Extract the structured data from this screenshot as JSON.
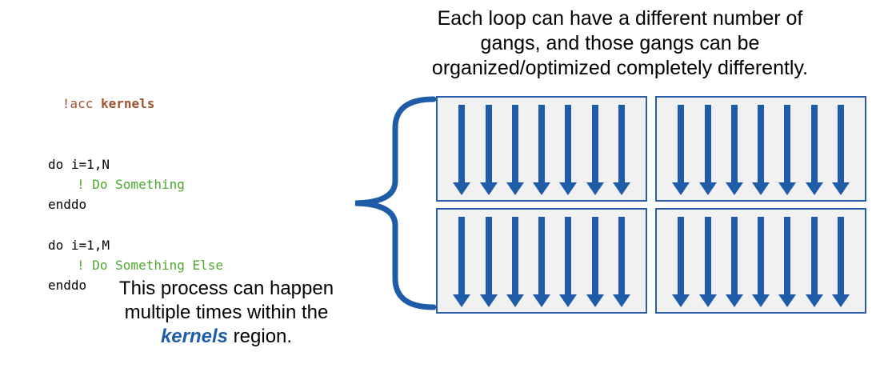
{
  "caption": {
    "line1": "Each loop can have a different number of",
    "line2": "gangs, and those gangs can be",
    "line3": "organized/optimized  completely  differently."
  },
  "code": {
    "directive_bang": "!acc ",
    "directive_keyword": "kernels",
    "loops": [
      {
        "open": "do i=1,N",
        "comment": "! Do Something",
        "close": "enddo"
      },
      {
        "open": "do i=1,M",
        "comment": "! Do Something Else",
        "close": "enddo"
      }
    ]
  },
  "note": {
    "line1": "This process can happen",
    "line2": "multiple times within the",
    "keyword": "kernels",
    "suffix": "region."
  },
  "diagram": {
    "box_count": 4,
    "arrows_per_box": 7
  },
  "colors": {
    "directive": "#A0522D",
    "comment_green": "#4EA72E",
    "blue": "#1F5CA8",
    "box_fill": "#F1F1F1",
    "box_border": "#2A5DA8",
    "text": "#000000"
  }
}
